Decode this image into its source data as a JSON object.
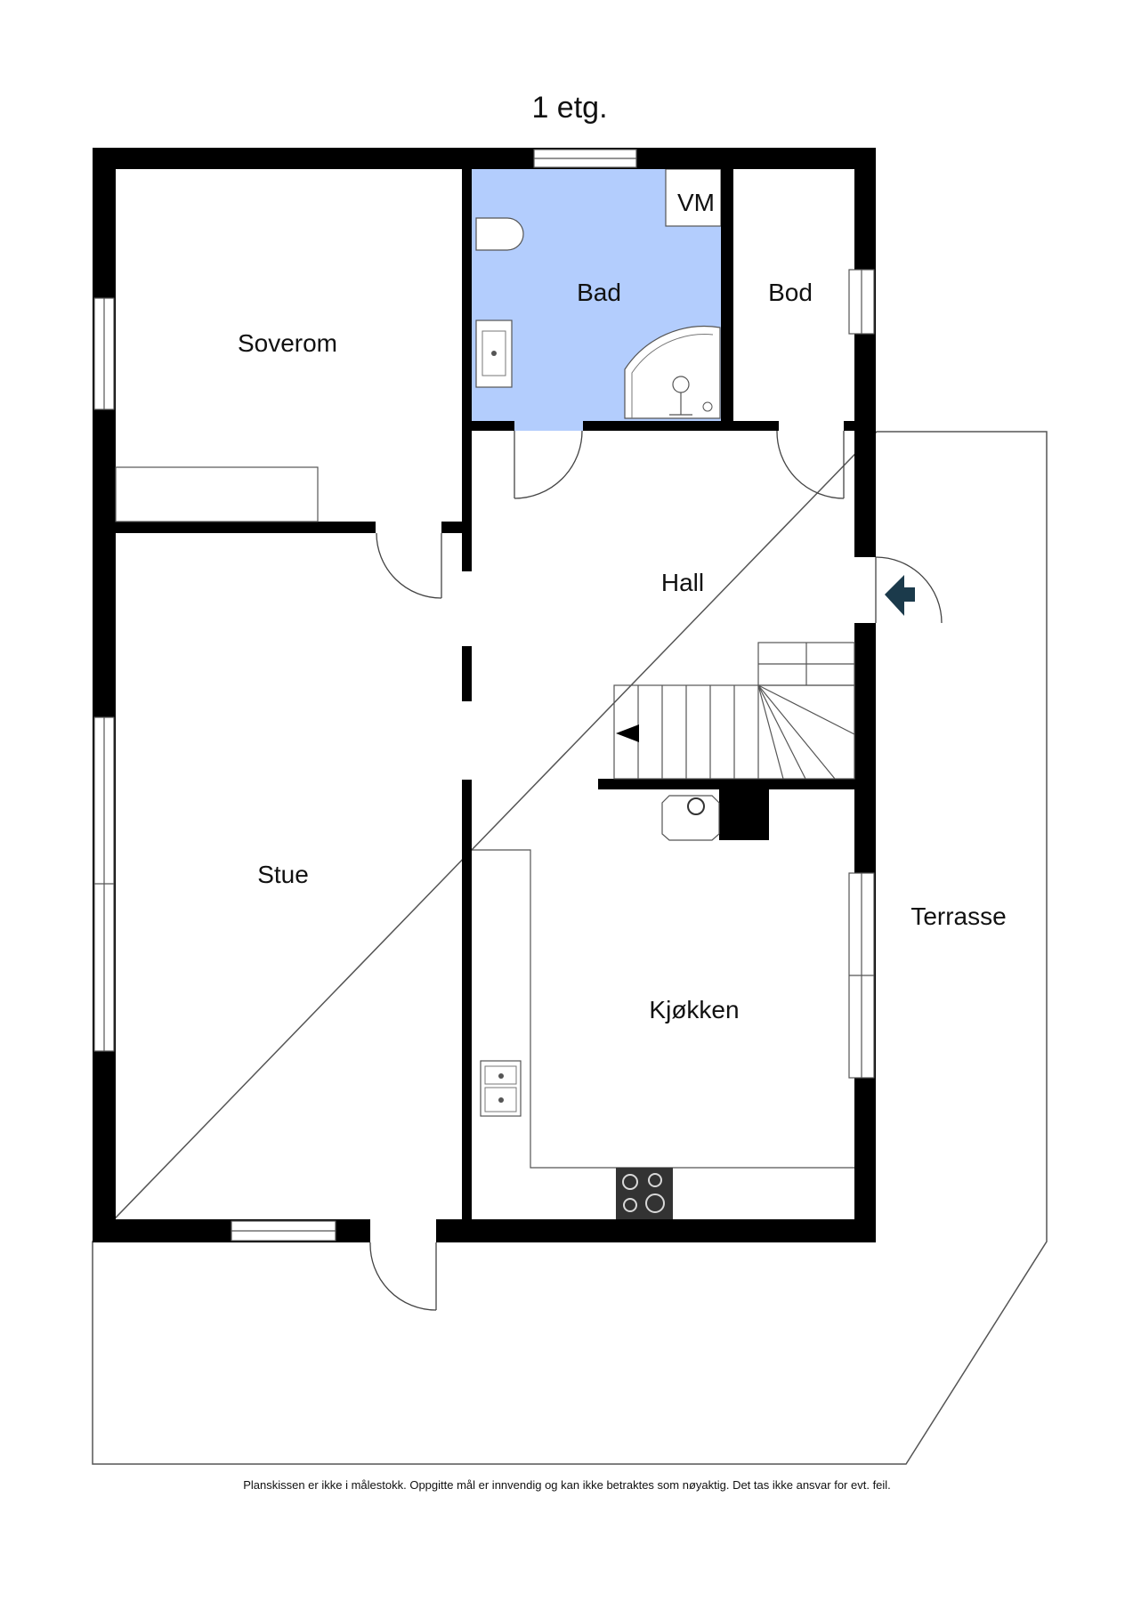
{
  "title": "1 etg.",
  "rooms": {
    "soverom": "Soverom",
    "bad": "Bad",
    "vm": "VM",
    "bod": "Bod",
    "hall": "Hall",
    "stue": "Stue",
    "kjokken": "Kjøkken",
    "terrasse": "Terrasse"
  },
  "disclaimer": "Planskissen er ikke i målestokk. Oppgitte mål er innvendig og kan ikke betraktes som nøyaktig. Det tas ikke ansvar for evt. feil.",
  "colors": {
    "wall": "#000000",
    "bathroom_fill": "#b3cdfd",
    "entrance_arrow": "#1b3a4b"
  }
}
